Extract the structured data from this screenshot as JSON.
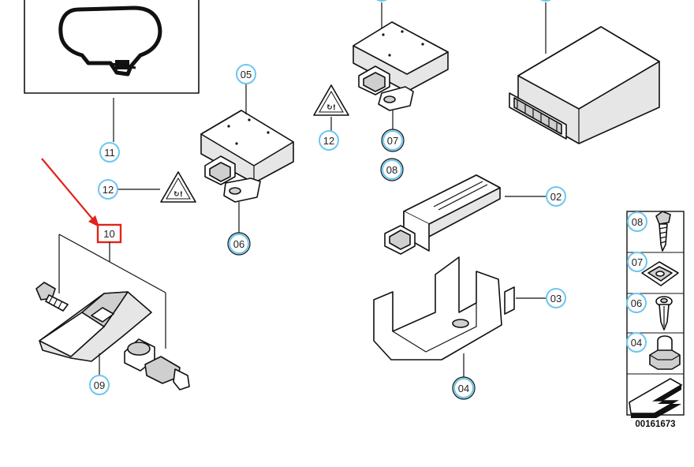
{
  "diagram": {
    "callouts": {
      "c02": "02",
      "c03": "03",
      "c04": "04",
      "c05": "05",
      "c06": "06",
      "c07": "07",
      "c08": "08",
      "c09": "09",
      "c10": "10",
      "c11": "11",
      "c12a": "12",
      "c12b": "12"
    },
    "legend": {
      "l08": "08",
      "l07": "07",
      "l06": "06",
      "l04": "04"
    },
    "reference_number": "00161673",
    "highlight_color": "#e2231a",
    "callout_ring_color": "#6ec6ee"
  }
}
